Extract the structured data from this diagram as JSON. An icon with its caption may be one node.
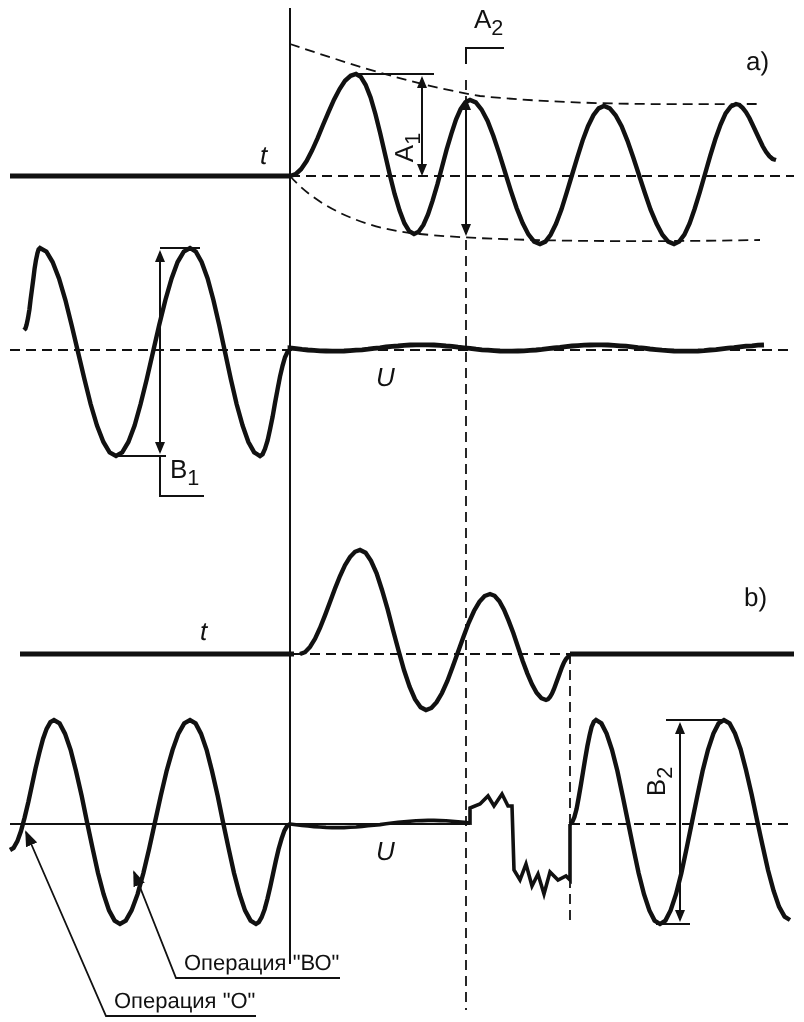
{
  "diagram": {
    "nodes": [
      {
        "text": [
          "Операция \"ВО\""
        ]
      },
      {
        "text": [
          "Операция \"О\""
        ]
      }
    ],
    "edges": [
      {
        "from": 0,
        "to": null,
        "arrow": "to"
      },
      {
        "from": 1,
        "to": null,
        "arrow": "to"
      }
    ],
    "labels": [
      "a)",
      "t",
      "A$_{1}$",
      "A$_{2}$",
      "B$_{1}$",
      "U",
      "b)",
      "t",
      "U",
      "B$_{2}$"
    ]
  }
}
